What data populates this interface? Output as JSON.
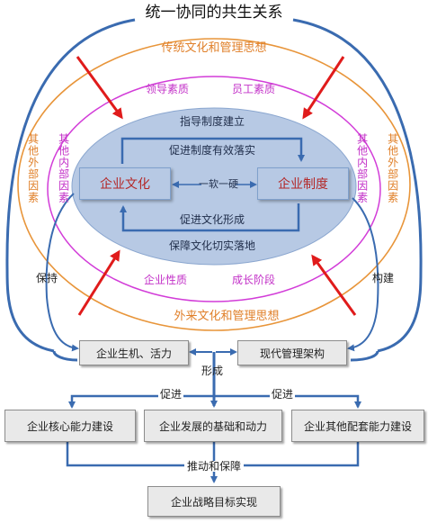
{
  "title": "统一协同的共生关系",
  "outer_top": "传统文化和管理思想",
  "outer_bottom": "外来文化和管理思想",
  "ellipse_magenta": {
    "top_left": "领导素质",
    "top_right": "员工素质",
    "bottom_left": "企业性质",
    "bottom_right": "成长阶段"
  },
  "side_labels": {
    "left_external": "其他外部因素",
    "left_internal": "其他内部因素",
    "right_internal": "其他内部因素",
    "right_external": "其他外部因素"
  },
  "core": {
    "top_label": "指导制度建立",
    "bottom_label": "保障文化切实落地",
    "upper_arrow": "促进制度有效落实",
    "lower_arrow": "促进文化形成",
    "culture": "企业文化",
    "system": "企业制度",
    "link": "一软一硬"
  },
  "left_link": "保持",
  "right_link": "构建",
  "mid_boxes": {
    "left": "企业生机、活力",
    "right": "现代管理架构",
    "merge": "形成"
  },
  "promote_left": "促进",
  "promote_right": "促进",
  "bottom_boxes": [
    "企业核心能力建设",
    "企业发展的基础和动力",
    "企业其他配套能力建设"
  ],
  "drive": "推动和保障",
  "final": "企业战略目标实现",
  "colors": {
    "blue": "#3a6bb0",
    "orange": "#e8953a",
    "magenta": "#d23cd8",
    "red": "#e01b1b",
    "core_fill": "#b7c9e4",
    "core_text": "#b42828"
  }
}
